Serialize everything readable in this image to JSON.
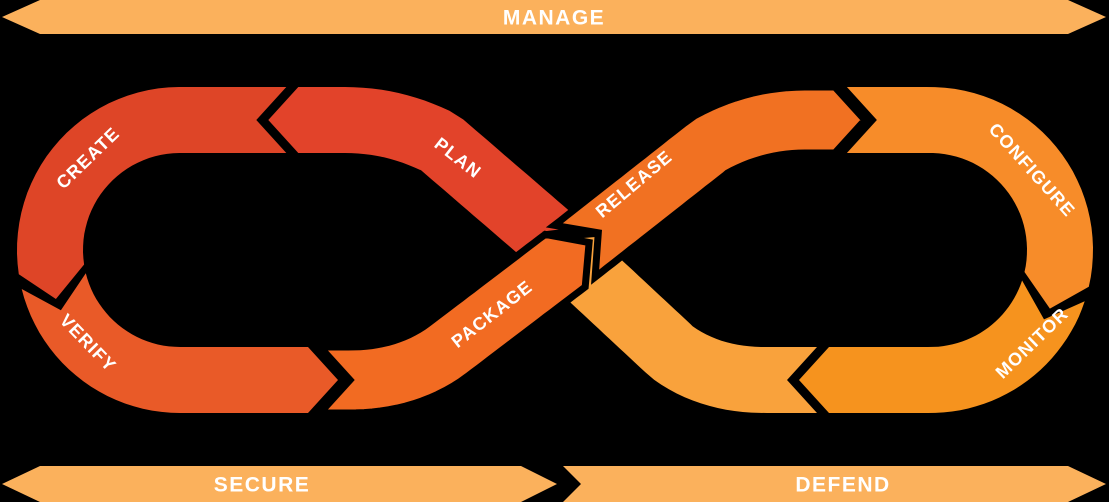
{
  "background_color": "#000000",
  "bars": {
    "manage": {
      "label": "MANAGE",
      "color": "#fbb15c"
    },
    "secure": {
      "label": "SECURE",
      "color": "#fbb15c"
    },
    "defend": {
      "label": "DEFEND",
      "color": "#fbb15c"
    }
  },
  "loop": {
    "description": "DevOps infinity loop",
    "text_color": "#ffffff",
    "segments": [
      {
        "id": "plan",
        "label": "PLAN",
        "color": "#e2432a"
      },
      {
        "id": "create",
        "label": "CREATE",
        "color": "#de4527"
      },
      {
        "id": "verify",
        "label": "VERIFY",
        "color": "#e95a28"
      },
      {
        "id": "package",
        "label": "PACKAGE",
        "color": "#f26b22"
      },
      {
        "id": "release",
        "label": "RELEASE",
        "color": "#f17122"
      },
      {
        "id": "configure",
        "label": "CONFIGURE",
        "color": "#f78c29"
      },
      {
        "id": "monitor",
        "label": "MONITOR",
        "color": "#f6931e"
      },
      {
        "id": "loopback",
        "label": "",
        "color": "#f9a23c"
      }
    ]
  }
}
